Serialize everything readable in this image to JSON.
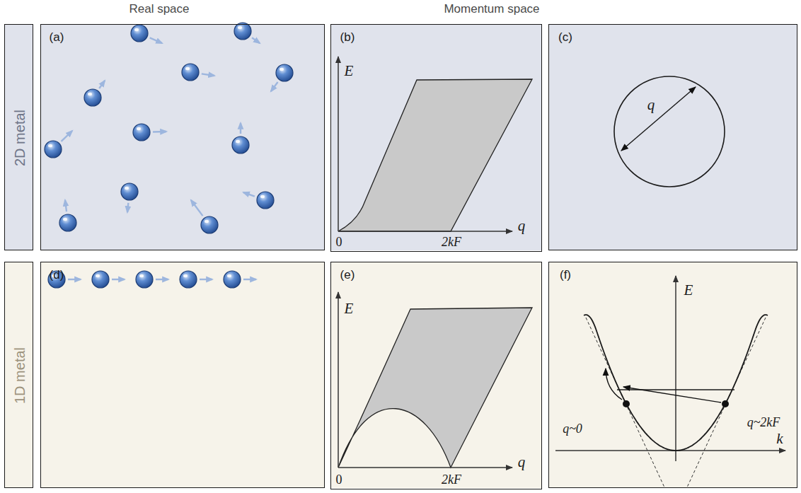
{
  "diagram": {
    "nodes": [
      {
        "text": [
          "2D metal"
        ]
      },
      {
        "text": [
          "(a)"
        ]
      },
      {
        "text": [
          "(b)",
          "E",
          "0",
          "2kF",
          "q"
        ]
      },
      {
        "text": [
          "(c)",
          "q"
        ]
      },
      {
        "text": [
          "1D metal"
        ]
      },
      {
        "text": [
          "(d)"
        ]
      },
      {
        "text": [
          "(e)",
          "E",
          "0",
          "2kF",
          "q"
        ]
      },
      {
        "text": [
          "(f)",
          "E",
          "k",
          "q~0",
          "q~2kF"
        ]
      }
    ],
    "labels": [
      "Real space",
      "Momentum space"
    ]
  }
}
